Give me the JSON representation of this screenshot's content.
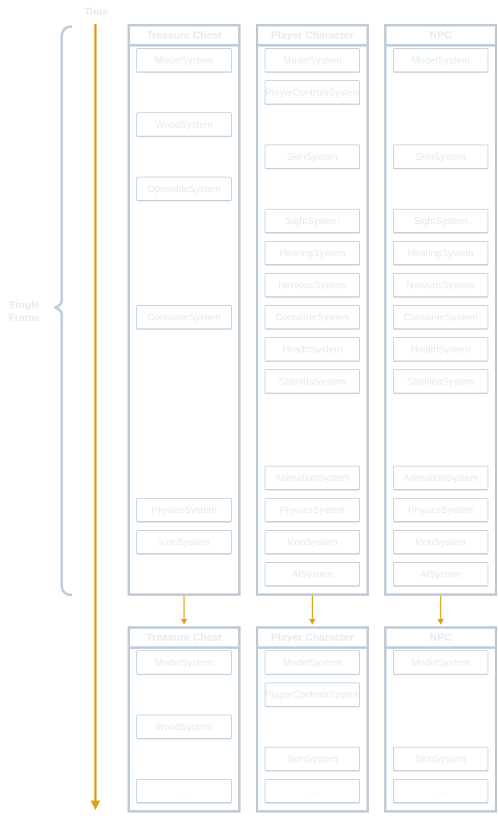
{
  "labels": {
    "time": "Time",
    "frame": [
      "Single",
      "Frame"
    ]
  },
  "colors": {
    "timeline": "#dba21a",
    "stroke": "#bfccd7",
    "text": "#e9eaec"
  },
  "frames": [
    {
      "columns": [
        {
          "title": "Treasure Chest",
          "systems": [
            {
              "slot": 0,
              "label": "ModelSystem"
            },
            {
              "slot": 2,
              "label": "WoodSystem"
            },
            {
              "slot": 4,
              "label": "OpenableSystem"
            },
            {
              "slot": 8,
              "label": "ContainerSystem"
            },
            {
              "slot": 14,
              "label": "PhysicsSystem"
            },
            {
              "slot": 15,
              "label": "IconSystem"
            }
          ]
        },
        {
          "title": "Player Character",
          "systems": [
            {
              "slot": 0,
              "label": "ModelSystem"
            },
            {
              "slot": 1,
              "label": "PlayerControlsSystem"
            },
            {
              "slot": 3,
              "label": "SkinSystem"
            },
            {
              "slot": 5,
              "label": "SightSystem"
            },
            {
              "slot": 6,
              "label": "HearingSystem"
            },
            {
              "slot": 7,
              "label": "NervousSystem"
            },
            {
              "slot": 8,
              "label": "ContainerSystem"
            },
            {
              "slot": 9,
              "label": "HealthSystem"
            },
            {
              "slot": 10,
              "label": "StaminaSystem"
            },
            {
              "slot": 13,
              "label": "AnimationSystem"
            },
            {
              "slot": 14,
              "label": "PhysicsSystem"
            },
            {
              "slot": 15,
              "label": "IconSystem"
            },
            {
              "slot": 16,
              "label": "AISystem"
            }
          ]
        },
        {
          "title": "NPC",
          "systems": [
            {
              "slot": 0,
              "label": "ModelSystem"
            },
            {
              "slot": 3,
              "label": "SkinSystem"
            },
            {
              "slot": 5,
              "label": "SightSystem"
            },
            {
              "slot": 6,
              "label": "HearingSystem"
            },
            {
              "slot": 7,
              "label": "NervousSystem"
            },
            {
              "slot": 8,
              "label": "ContainerSystem"
            },
            {
              "slot": 9,
              "label": "HealthSystem"
            },
            {
              "slot": 10,
              "label": "StaminaSystem"
            },
            {
              "slot": 13,
              "label": "AnimationSystem"
            },
            {
              "slot": 14,
              "label": "PhysicsSystem"
            },
            {
              "slot": 15,
              "label": "IconSystem"
            },
            {
              "slot": 16,
              "label": "AISystem"
            }
          ]
        }
      ]
    },
    {
      "columns": [
        {
          "title": "Treasure Chest",
          "systems": [
            {
              "slot": 0,
              "label": "ModelSystem"
            },
            {
              "slot": 2,
              "label": "WoodSystem"
            },
            {
              "slot": 4,
              "label": "..."
            }
          ]
        },
        {
          "title": "Player Character",
          "systems": [
            {
              "slot": 0,
              "label": "ModelSystem"
            },
            {
              "slot": 1,
              "label": "PlayerControlsSystem"
            },
            {
              "slot": 3,
              "label": "SkinSystem"
            },
            {
              "slot": 4,
              "label": "..."
            }
          ]
        },
        {
          "title": "NPC",
          "systems": [
            {
              "slot": 0,
              "label": "ModelSystem"
            },
            {
              "slot": 3,
              "label": "SkinSystem"
            },
            {
              "slot": 4,
              "label": "..."
            }
          ]
        }
      ]
    }
  ]
}
